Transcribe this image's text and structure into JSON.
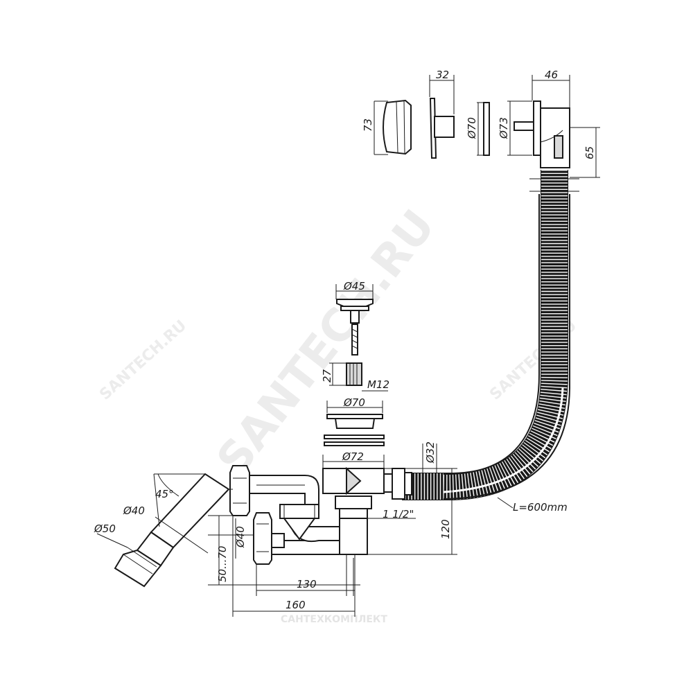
{
  "diagram": {
    "labels": {
      "d32_top": "32",
      "d46": "46",
      "d73_height": "73",
      "d70_dia": "Ø70",
      "d73_dia": "Ø73",
      "d65": "65",
      "d45": "Ø45",
      "d27": "27",
      "m12": "M12",
      "d70_mid": "Ø70",
      "d72": "Ø72",
      "d32_pipe": "Ø32",
      "angle45": "45°",
      "d40_top": "Ø40",
      "d50": "Ø50",
      "d40_side": "Ø40",
      "thread": "1 1/2\"",
      "d120": "120",
      "range": "50...70",
      "d130": "130",
      "d160": "160",
      "hose_length": "L=600mm"
    },
    "watermarks": {
      "diagonal": "SANTECH.RU",
      "small_left": "SANTECH.RU",
      "small_right": "SANTECH.RU",
      "bottom": "САНТЕХКОМПЛЕКТ"
    }
  }
}
